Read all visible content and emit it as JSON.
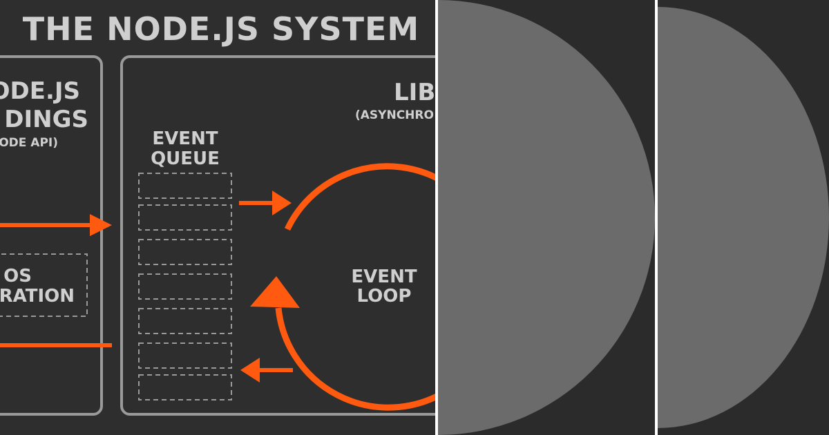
{
  "diagram": {
    "title": "THE NODE.JS SYSTEM",
    "bindings_line1": "ODE.JS",
    "bindings_line2": "DINGS",
    "bindings_sub": "ODE API)",
    "os_line1": "OS",
    "os_line2": "ERATION",
    "libuv_title": "LIB",
    "libuv_sub": "(ASYNCHRO",
    "queue_line1": "EVENT",
    "queue_line2": "QUEUE",
    "loop_line1": "EVENT",
    "loop_line2": "LOOP"
  },
  "colors": {
    "background": "#2e2e2e",
    "outline": "#9a9a9a",
    "text": "#cfcfcf",
    "accent_orange": "#ff5a10",
    "half_disc": "#6b6b6b"
  }
}
